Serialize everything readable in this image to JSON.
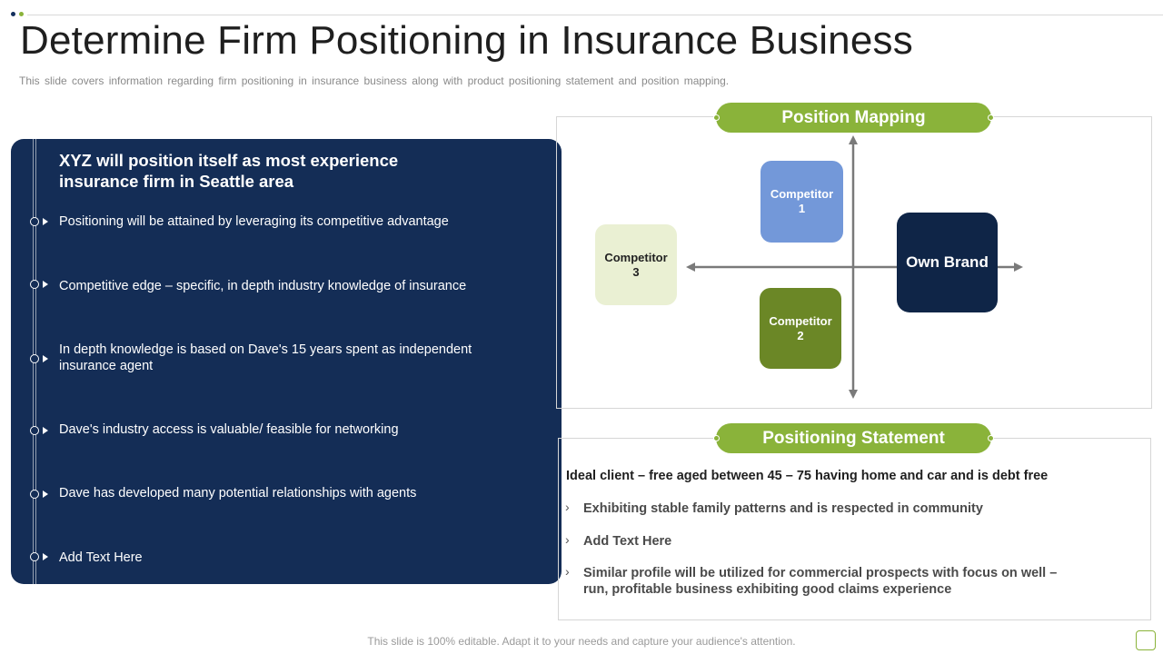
{
  "slide": {
    "title": "Determine Firm Positioning in Insurance Business",
    "subtitle": "This slide covers information regarding firm positioning in insurance business along with product positioning statement and position mapping.",
    "footer": "This slide is 100% editable. Adapt it to your needs and capture your audience's attention."
  },
  "left_panel": {
    "heading": "XYZ will position itself as most experience insurance firm in Seattle area",
    "bullets": [
      "Positioning will be attained by leveraging its competitive advantage",
      "Competitive edge – specific, in depth industry knowledge of insurance",
      "In depth knowledge is based on Dave's 15 years spent as independent insurance agent",
      "Dave's industry access is valuable/ feasible for networking",
      "Dave has developed many potential relationships with agents",
      "Add Text Here"
    ]
  },
  "position_mapping": {
    "title": "Position Mapping",
    "competitor1": "Competitor 1",
    "competitor2": "Competitor 2",
    "competitor3": "Competitor 3",
    "own_brand": "Own Brand"
  },
  "positioning_statement": {
    "title": "Positioning Statement",
    "headline": "Ideal client – free aged between 45 – 75 having home and car and is debt free",
    "items": [
      "Exhibiting stable family patterns and is respected in community",
      "Add  Text Here",
      "Similar profile will be utilized for commercial prospects with focus on well – run, profitable business exhibiting good claims  experience"
    ]
  },
  "colors": {
    "navy": "#142d56",
    "green": "#8ab33a",
    "blue": "#7398d9",
    "olive": "#6b8726",
    "light_green": "#eaf0d3"
  }
}
